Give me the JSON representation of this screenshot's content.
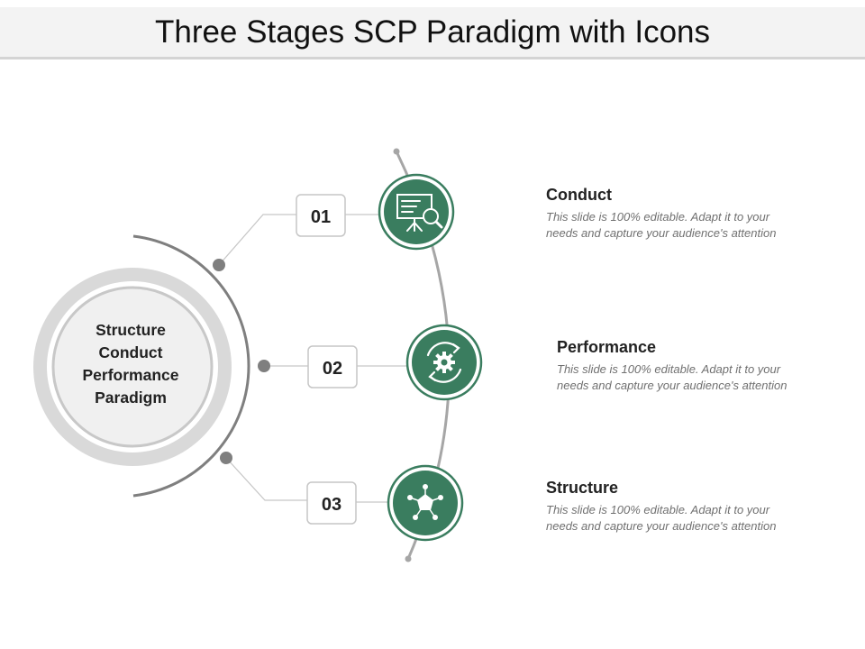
{
  "title": "Three Stages SCP Paradigm with Icons",
  "center": {
    "lines": [
      "Structure",
      "Conduct",
      "Performance",
      "Paradigm"
    ]
  },
  "stages": [
    {
      "number": "01",
      "title": "Conduct",
      "description_line1": "This slide is 100% editable. Adapt it to your",
      "description_line2": "needs and capture your audience's attention",
      "icon": "presentation-board-magnifier-icon"
    },
    {
      "number": "02",
      "title": "Performance",
      "description_line1": "This slide is 100% editable. Adapt it to your",
      "description_line2": "needs and capture your audience's attention",
      "icon": "gear-cycle-arrows-icon"
    },
    {
      "number": "03",
      "title": "Structure",
      "description_line1": "This slide is 100% editable. Adapt it to your",
      "description_line2": "needs and capture your audience's attention",
      "icon": "network-nodes-icon"
    }
  ],
  "colors": {
    "accent_green": "#3a7d5f",
    "line_gray": "#a6a6a6",
    "dot_gray": "#7f7f7f",
    "ring_gray": "#d9d9d9"
  }
}
